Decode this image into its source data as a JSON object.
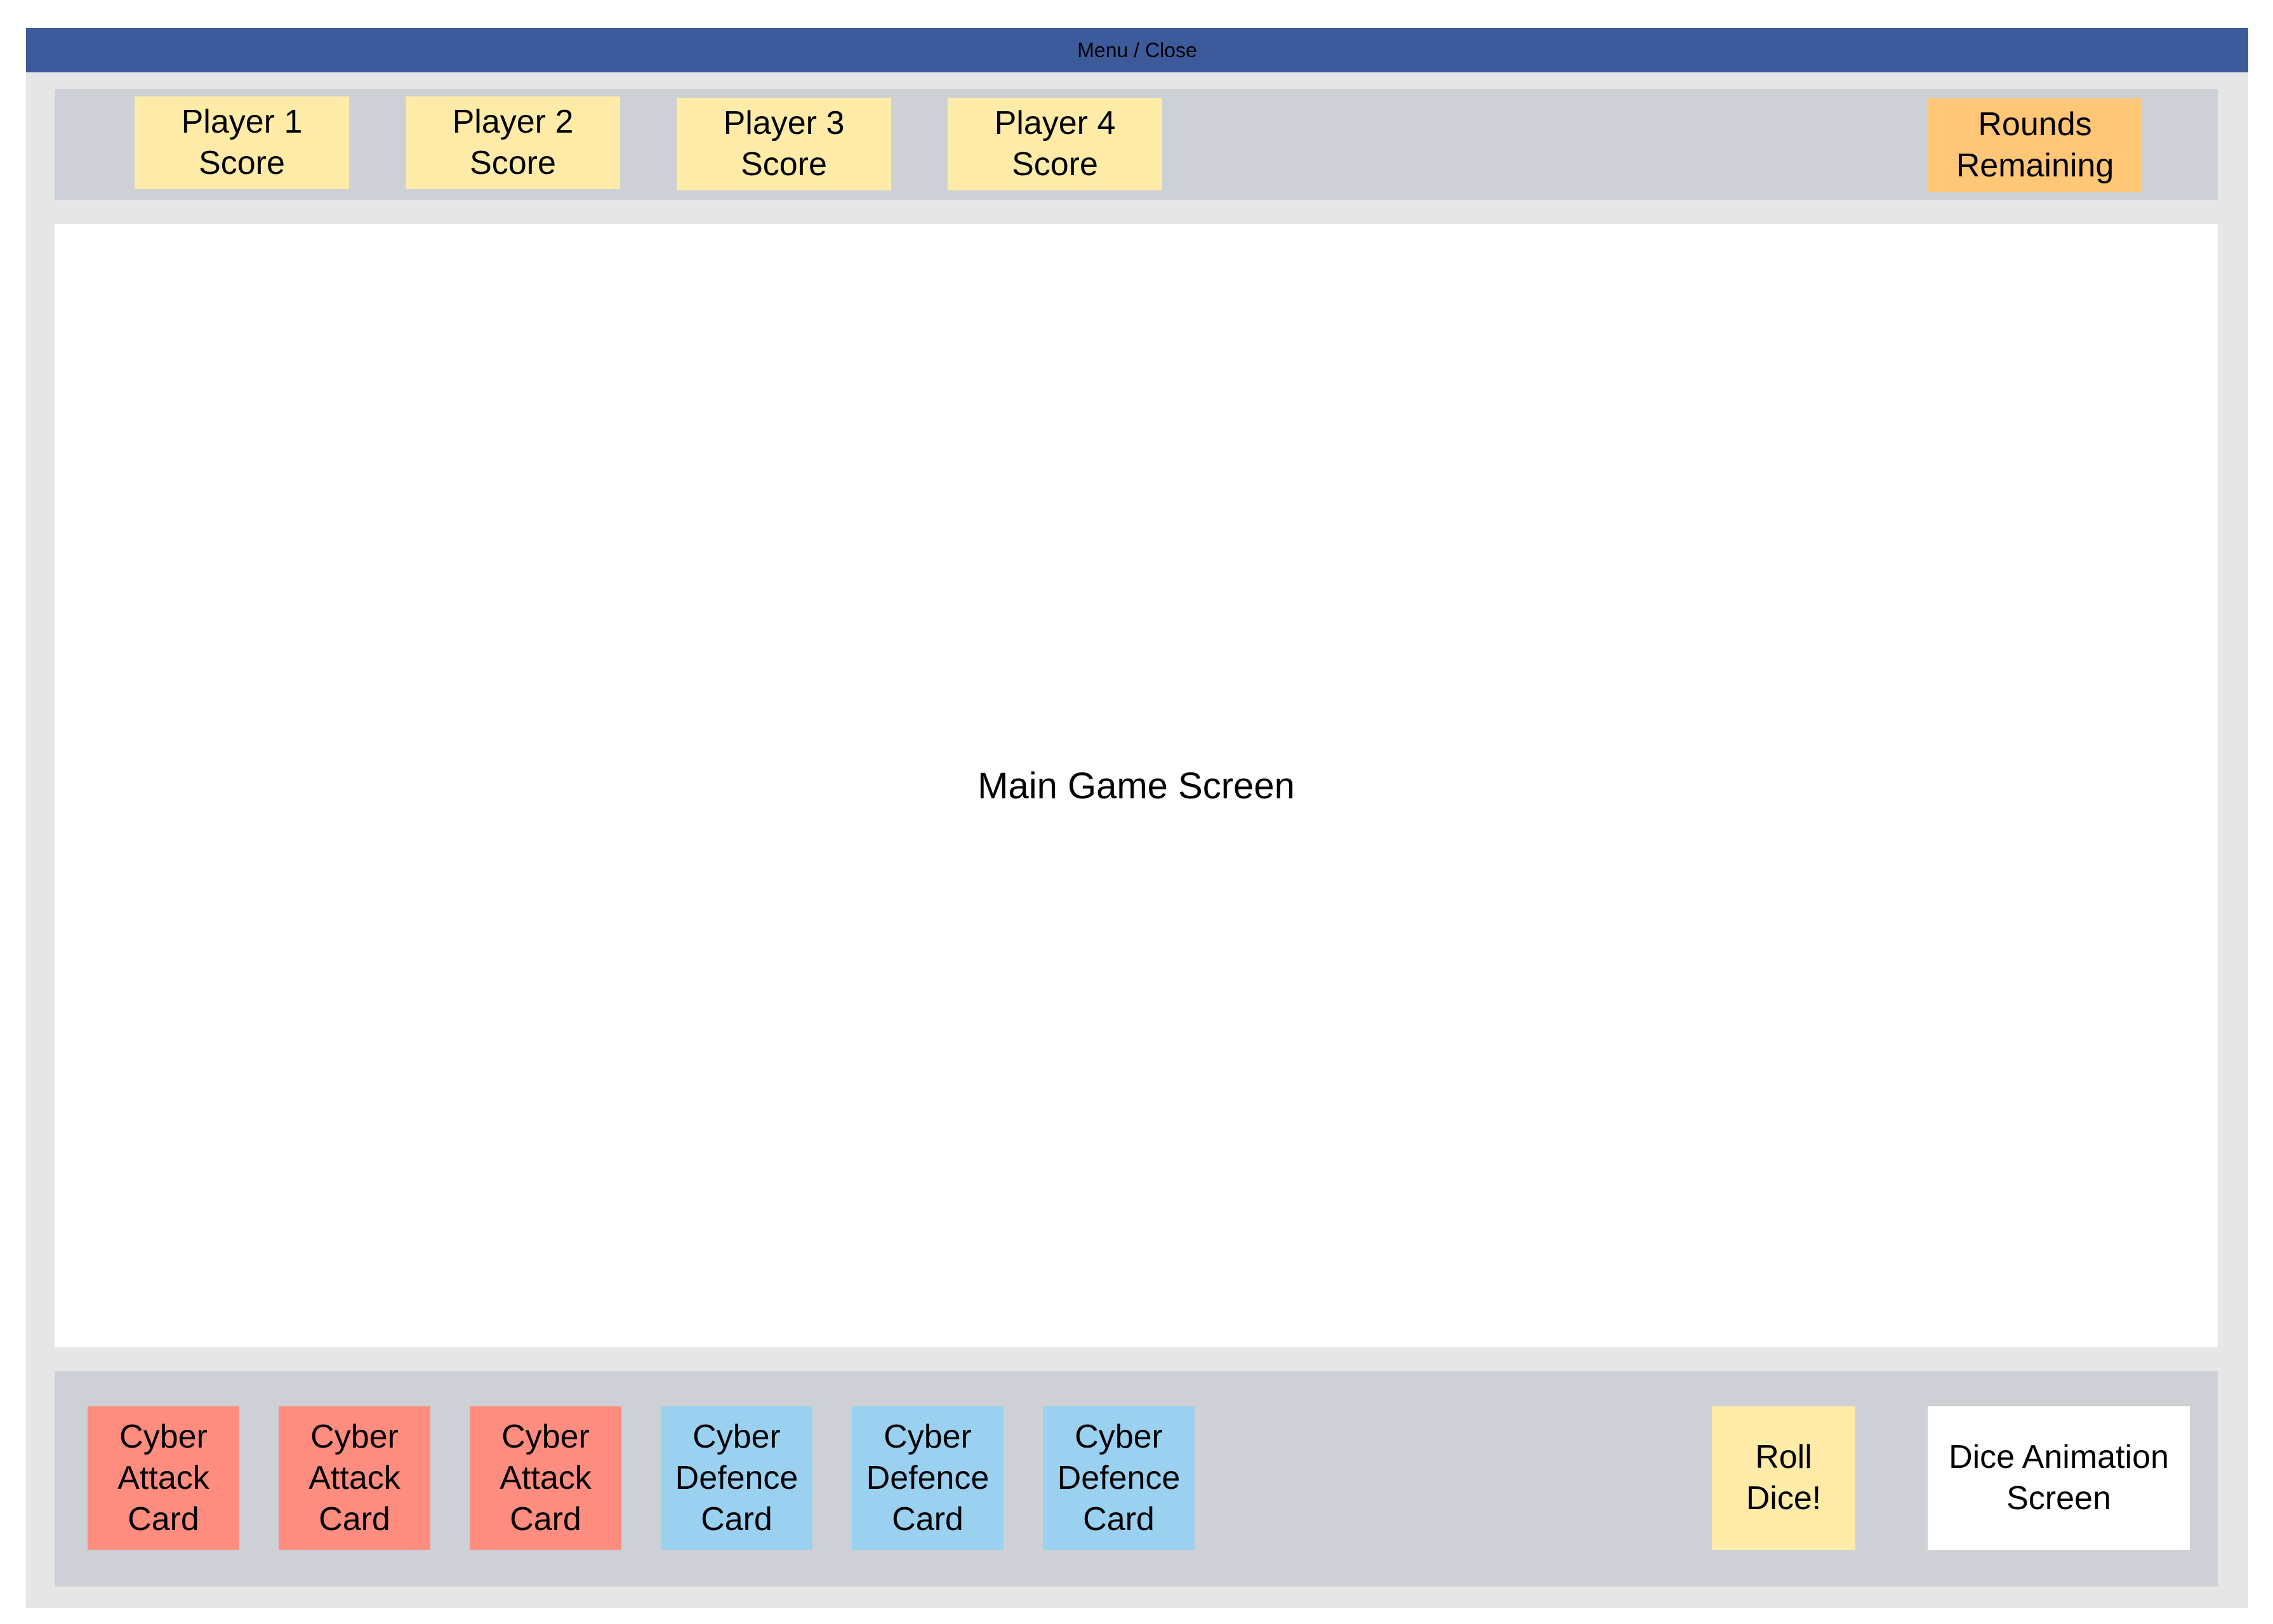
{
  "titlebar": {
    "label": "Menu / Close"
  },
  "scoreboard": {
    "players": [
      {
        "line1": "Player 1",
        "line2": "Score"
      },
      {
        "line1": "Player 2",
        "line2": "Score"
      },
      {
        "line1": "Player 3",
        "line2": "Score"
      },
      {
        "line1": "Player 4",
        "line2": "Score"
      }
    ],
    "rounds": {
      "line1": "Rounds",
      "line2": "Remaining"
    }
  },
  "main": {
    "label": "Main Game Screen"
  },
  "hand": {
    "cards": [
      {
        "line1": "Cyber",
        "line2": "Attack",
        "line3": "Card"
      },
      {
        "line1": "Cyber",
        "line2": "Attack",
        "line3": "Card"
      },
      {
        "line1": "Cyber",
        "line2": "Attack",
        "line3": "Card"
      },
      {
        "line1": "Cyber",
        "line2": "Defence",
        "line3": "Card"
      },
      {
        "line1": "Cyber",
        "line2": "Defence",
        "line3": "Card"
      },
      {
        "line1": "Cyber",
        "line2": "Defence",
        "line3": "Card"
      }
    ],
    "roll": {
      "line1": "Roll",
      "line2": "Dice!"
    },
    "dice_screen": {
      "line1": "Dice Animation",
      "line2": "Screen"
    }
  },
  "colors": {
    "titlebar": "#3d5a9a",
    "frame": "#e6e6e6",
    "panel": "#cdd0d4",
    "score": "#ffeba8",
    "rounds": "#ffc677",
    "attack": "#ff8d7f",
    "defence": "#9ad1f1"
  }
}
